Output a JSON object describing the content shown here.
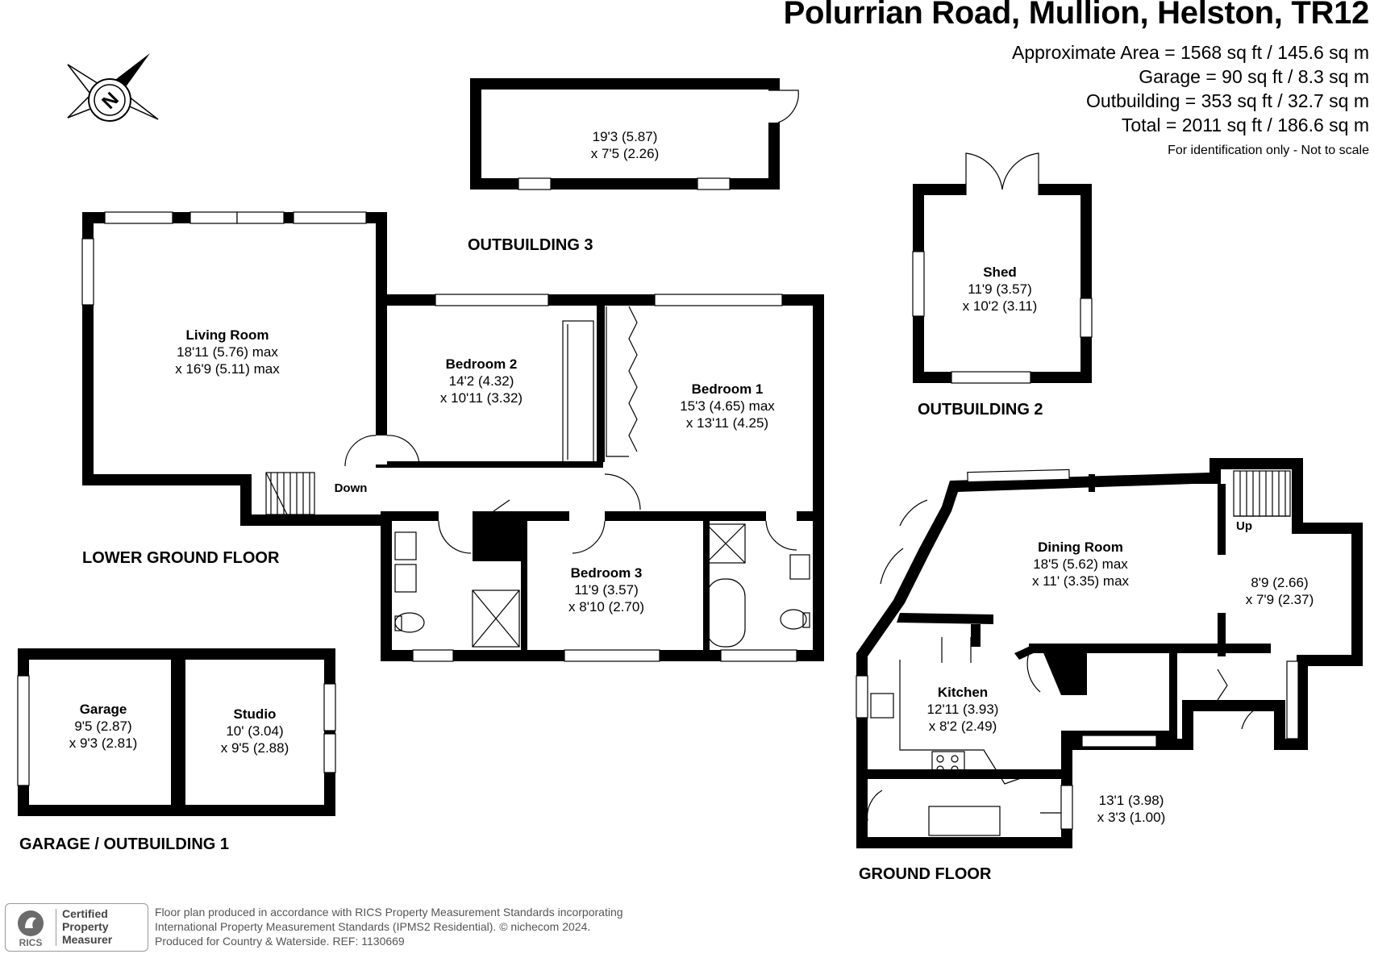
{
  "header": {
    "address": "Polurrian Road, Mullion, Helston, TR12",
    "areas": [
      "Approximate Area = 1568 sq ft / 145.6 sq m",
      "Garage = 90 sq ft / 8.3 sq m",
      "Outbuilding = 353 sq ft / 32.7 sq m",
      "Total = 2011 sq ft / 186.6 sq m"
    ],
    "identification": "For identification only - Not to scale"
  },
  "compass": {
    "letter": "N"
  },
  "floors": {
    "lower_ground": "LOWER GROUND FLOOR",
    "ground": "GROUND FLOOR",
    "outbuilding_3": "OUTBUILDING 3",
    "outbuilding_2": "OUTBUILDING 2",
    "garage_outbuilding_1": "GARAGE / OUTBUILDING 1"
  },
  "rooms": {
    "outbuilding3": {
      "dim1": "19'3 (5.87)",
      "dim2": "x 7'5 (2.26)"
    },
    "living_room": {
      "name": "Living Room",
      "dim1": "18'11 (5.76) max",
      "dim2": "x 16'9 (5.11) max"
    },
    "bedroom2": {
      "name": "Bedroom 2",
      "dim1": "14'2 (4.32)",
      "dim2": "x 10'11 (3.32)"
    },
    "bedroom1": {
      "name": "Bedroom 1",
      "dim1": "15'3 (4.65) max",
      "dim2": "x 13'11 (4.25)"
    },
    "bedroom3": {
      "name": "Bedroom 3",
      "dim1": "11'9 (3.57)",
      "dim2": "x 8'10 (2.70)"
    },
    "shed": {
      "name": "Shed",
      "dim1": "11'9 (3.57)",
      "dim2": "x 10'2 (3.11)"
    },
    "garage": {
      "name": "Garage",
      "dim1": "9'5 (2.87)",
      "dim2": "x 9'3 (2.81)"
    },
    "studio": {
      "name": "Studio",
      "dim1": "10' (3.04)",
      "dim2": "x 9'5 (2.88)"
    },
    "dining_room": {
      "name": "Dining Room",
      "dim1": "18'5 (5.62) max",
      "dim2": "x 11' (3.35) max"
    },
    "hall": {
      "dim1": "8'9 (2.66)",
      "dim2": "x 7'9 (2.37)"
    },
    "kitchen": {
      "name": "Kitchen",
      "dim1": "12'11 (3.93)",
      "dim2": "x 8'2 (2.49)"
    },
    "utility": {
      "dim1": "13'1 (3.98)",
      "dim2": "x 3'3 (1.00)"
    }
  },
  "stairs": {
    "down": "Down",
    "up": "Up"
  },
  "footer": {
    "badge_lines": [
      "Certified",
      "Property",
      "Measurer"
    ],
    "rics": "RICS",
    "disclaimer": [
      "Floor plan produced in accordance with RICS Property Measurement Standards incorporating",
      "International Property Measurement Standards (IPMS2 Residential).   © nichecom 2024.",
      "Produced for Country & Waterside.   REF: 1130669"
    ]
  }
}
